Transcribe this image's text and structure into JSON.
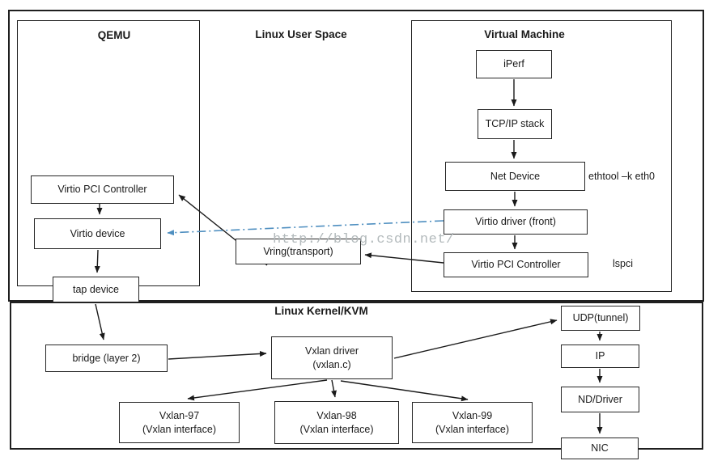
{
  "diagram": {
    "sections": {
      "user_space": {
        "title": "Linux User Space"
      },
      "qemu": {
        "title": "QEMU"
      },
      "vm": {
        "title": "Virtual Machine"
      },
      "kernel": {
        "title": "Linux Kernel/KVM"
      }
    },
    "nodes": {
      "iperf": {
        "label": "iPerf"
      },
      "tcpip": {
        "label": "TCP/IP stack"
      },
      "net_device": {
        "label": "Net Device"
      },
      "virtio_driver_front": {
        "label": "Virtio driver (front)"
      },
      "virtio_pci_vm": {
        "label": "Virtio PCI Controller"
      },
      "virtio_pci_qemu": {
        "label": "Virtio PCI Controller"
      },
      "virtio_device": {
        "label": "Virtio device"
      },
      "tap_device": {
        "label": "tap device"
      },
      "vring": {
        "label": "Vring(transport)"
      },
      "bridge": {
        "label": "bridge (layer 2)"
      },
      "vxlan_driver": {
        "label": "Vxlan driver",
        "sublabel": "(vxlan.c)"
      },
      "vxlan97": {
        "label": "Vxlan-97",
        "sublabel": "(Vxlan interface)"
      },
      "vxlan98": {
        "label": "Vxlan-98",
        "sublabel": "(Vxlan interface)"
      },
      "vxlan99": {
        "label": "Vxlan-99",
        "sublabel": "(Vxlan interface)"
      },
      "udp": {
        "label": "UDP(tunnel)"
      },
      "ip": {
        "label": "IP"
      },
      "nd_driver": {
        "label": "ND/Driver"
      },
      "nic": {
        "label": "NIC"
      }
    },
    "annotations": {
      "ethtool": "ethtool –k eth0",
      "lspci": "lspci",
      "watermark": "http://blog.csdn.net/"
    },
    "colors": {
      "line": "#1a1a1a",
      "virtio_path": "#4f8fc0",
      "watermark": "#b3babc"
    }
  }
}
